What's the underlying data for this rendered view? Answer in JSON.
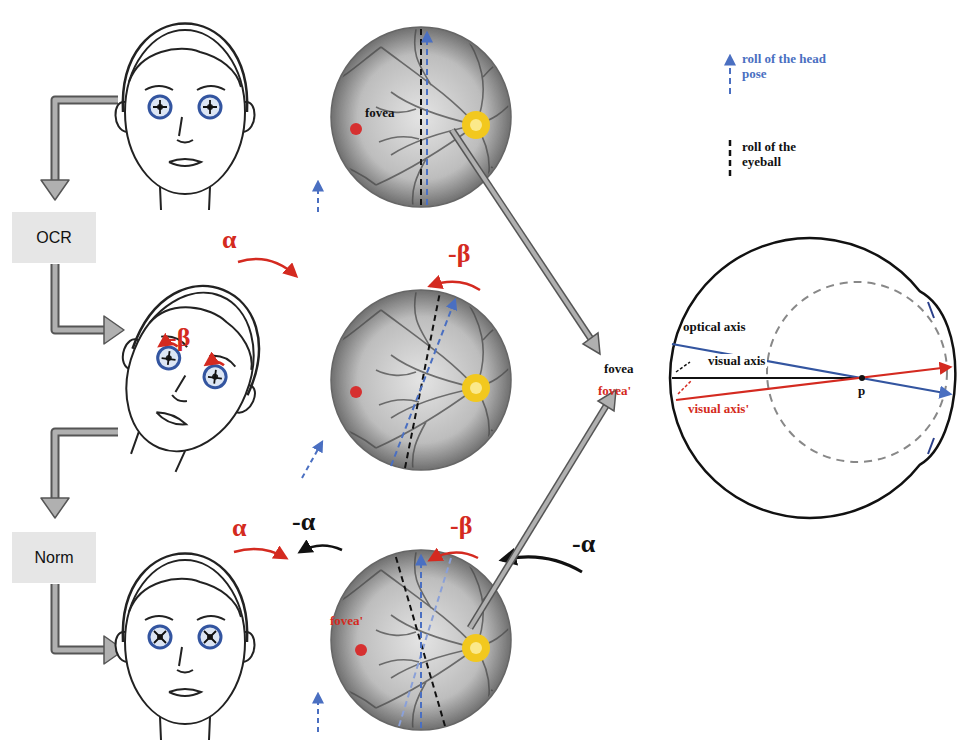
{
  "diagram": {
    "nodes": [
      {
        "text": [
          "OCR"
        ]
      },
      {
        "text": [
          "Norm"
        ]
      }
    ],
    "labels": [
      "fovea",
      "α",
      "-β",
      "-β",
      "optical axis",
      "fovea",
      "visual axis",
      "fovea'",
      "visual axis'",
      "p",
      "α",
      "-α",
      "-β",
      "-α",
      "fovea'"
    ],
    "legend": [
      {
        "text": "roll of the head pose"
      },
      {
        "text": "roll of the eyeball"
      }
    ]
  }
}
